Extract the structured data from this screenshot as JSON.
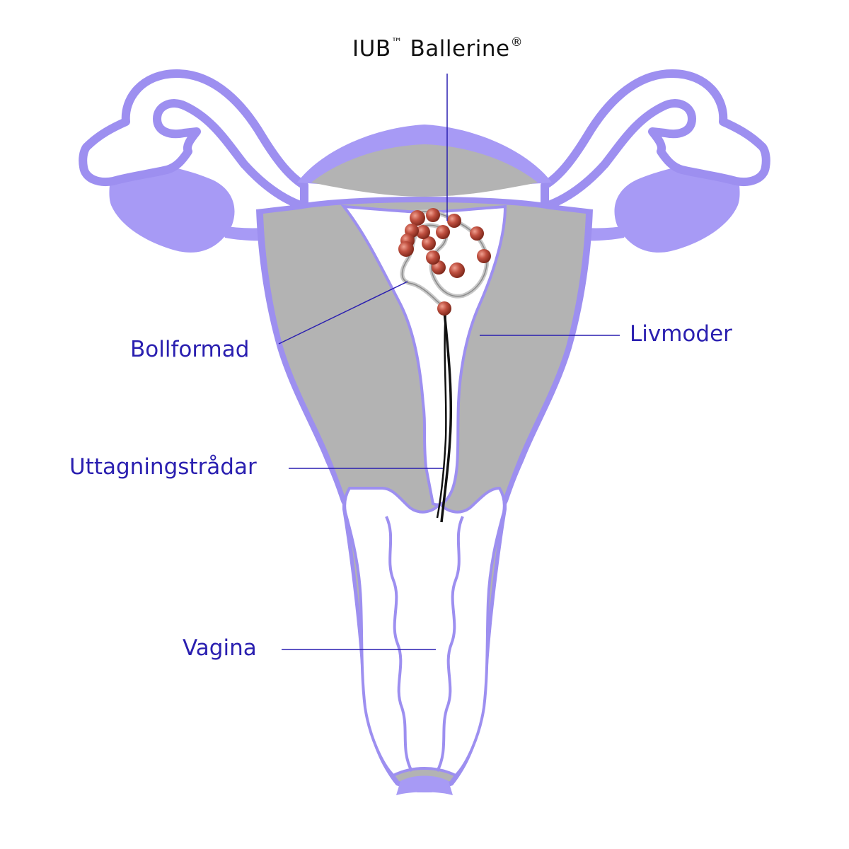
{
  "title": {
    "brand": "IUB",
    "trademark": "™",
    "product": "Ballerine",
    "registered": "®"
  },
  "labels": {
    "ball_shape": "Bollformad",
    "uterus": "Livmoder",
    "removal_threads": "Uttagningstrådar",
    "vagina": "Vagina"
  },
  "colors": {
    "label_text": "#2a1fb0",
    "leader_line": "#2a1fb0",
    "tissue_gray": "#b3b3b3",
    "lavender": "#a79af5",
    "lavender_outline": "#9d8ff0",
    "bead_red": "#b84a3c",
    "thread_black": "#111111",
    "frame_silver": "#c8c8c8"
  }
}
